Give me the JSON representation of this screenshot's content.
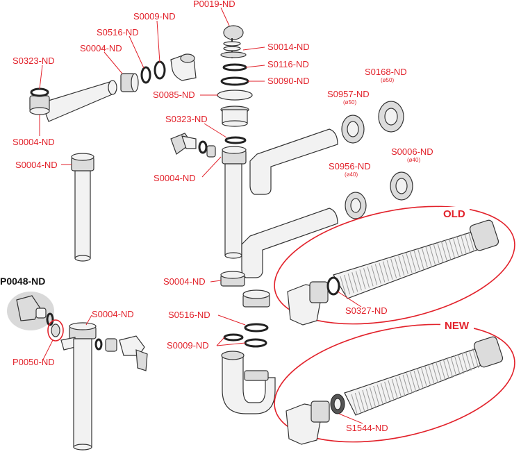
{
  "labels": {
    "p0019": "P0019-ND",
    "s0009_top": "S0009-ND",
    "s0516_top": "S0516-ND",
    "s0004_top": "S0004-ND",
    "s0323_left": "S0323-ND",
    "s0004_left_a": "S0004-ND",
    "s0004_left_b": "S0004-ND",
    "s0014": "S0014-ND",
    "s0116": "S0116-ND",
    "s0090": "S0090-ND",
    "s0085": "S0085-ND",
    "s0323_mid": "S0323-ND",
    "s0004_mid": "S0004-ND",
    "s0168": "S0168-ND",
    "s0168_size": "(ø50)",
    "s0957": "S0957-ND",
    "s0957_size": "(ø50)",
    "s0006": "S0006-ND",
    "s0006_size": "(ø40)",
    "s0956": "S0956-ND",
    "s0956_size": "(ø40)",
    "p0048": "P0048-ND",
    "p0050": "P0050-ND",
    "s0004_bottom_left": "S0004-ND",
    "s0004_center": "S0004-ND",
    "s0516_center": "S0516-ND",
    "s0009_center": "S0009-ND",
    "s0327": "S0327-ND",
    "s1544": "S1544-ND",
    "old": "OLD",
    "new": "NEW"
  },
  "colors": {
    "label_red": "#e2222b",
    "label_black": "#111111",
    "part_fill": "#f2f2f2",
    "outline": "#333333"
  }
}
